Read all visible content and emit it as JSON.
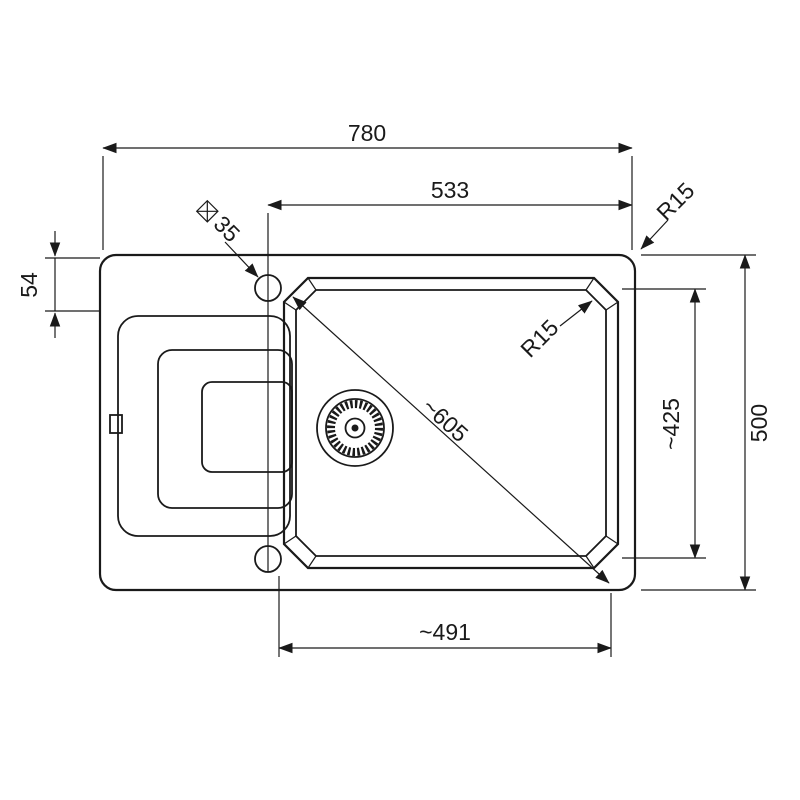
{
  "drawing": {
    "line_color": "#1a1a1a",
    "background_color": "#ffffff",
    "labels": {
      "overall_width": "780",
      "center_to_edge_width": "533",
      "outer_corner_radius": "R15",
      "inner_corner_radius": "R15",
      "tap_hole_diameter": "35",
      "tap_hole_symbol_icon": "diameter-crossed-square",
      "top_edge_offset": "54",
      "overall_depth": "500",
      "bowl_inner_depth": "~425",
      "bowl_diagonal": "~605",
      "bowl_inner_width": "~491"
    }
  }
}
